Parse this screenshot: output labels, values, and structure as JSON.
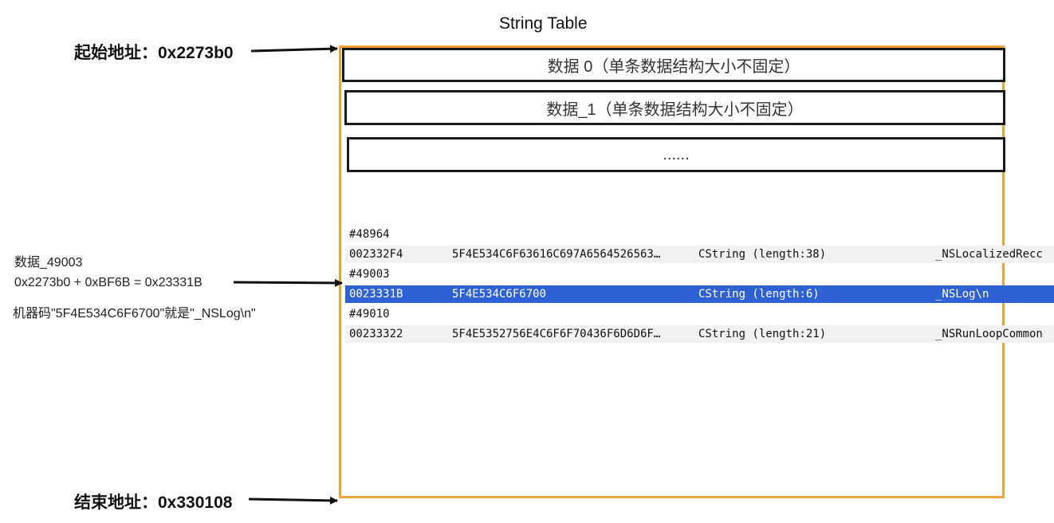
{
  "title": "String Table",
  "start_label": "起始地址：0x2273b0",
  "end_label": "结束地址：0x330108",
  "boxes": [
    "数据 0（单条数据结构大小不固定）",
    "数据_1（单条数据结构大小不固定）",
    "......"
  ],
  "annotation": {
    "line1": "数据_49003",
    "line2": "0x2273b0 + 0xBF6B = 0x23331B",
    "line3": "机器码\"5F4E534C6F6700\"就是\"_NSLog\\n\""
  },
  "table": {
    "rows": [
      {
        "index": "#48964",
        "addr": "002332F4",
        "hex": "5F4E534C6F63616C697A6564526563…",
        "type": "CString (length:38)",
        "value": "_NSLocalizedRecc"
      },
      {
        "index": "#49003",
        "addr": "0023331B",
        "hex": "5F4E534C6F6700",
        "type": "CString (length:6)",
        "value": "_NSLog\\n"
      },
      {
        "index": "#49010",
        "addr": "00233322",
        "hex": "5F4E5352756E4C6F6F70436F6D6D6F…",
        "type": "CString (length:21)",
        "value": "_NSRunLoopCommon"
      }
    ]
  },
  "colors": {
    "outer_border": "#f0a23c",
    "selection": "#2e62d4",
    "arrow": "#111111"
  }
}
